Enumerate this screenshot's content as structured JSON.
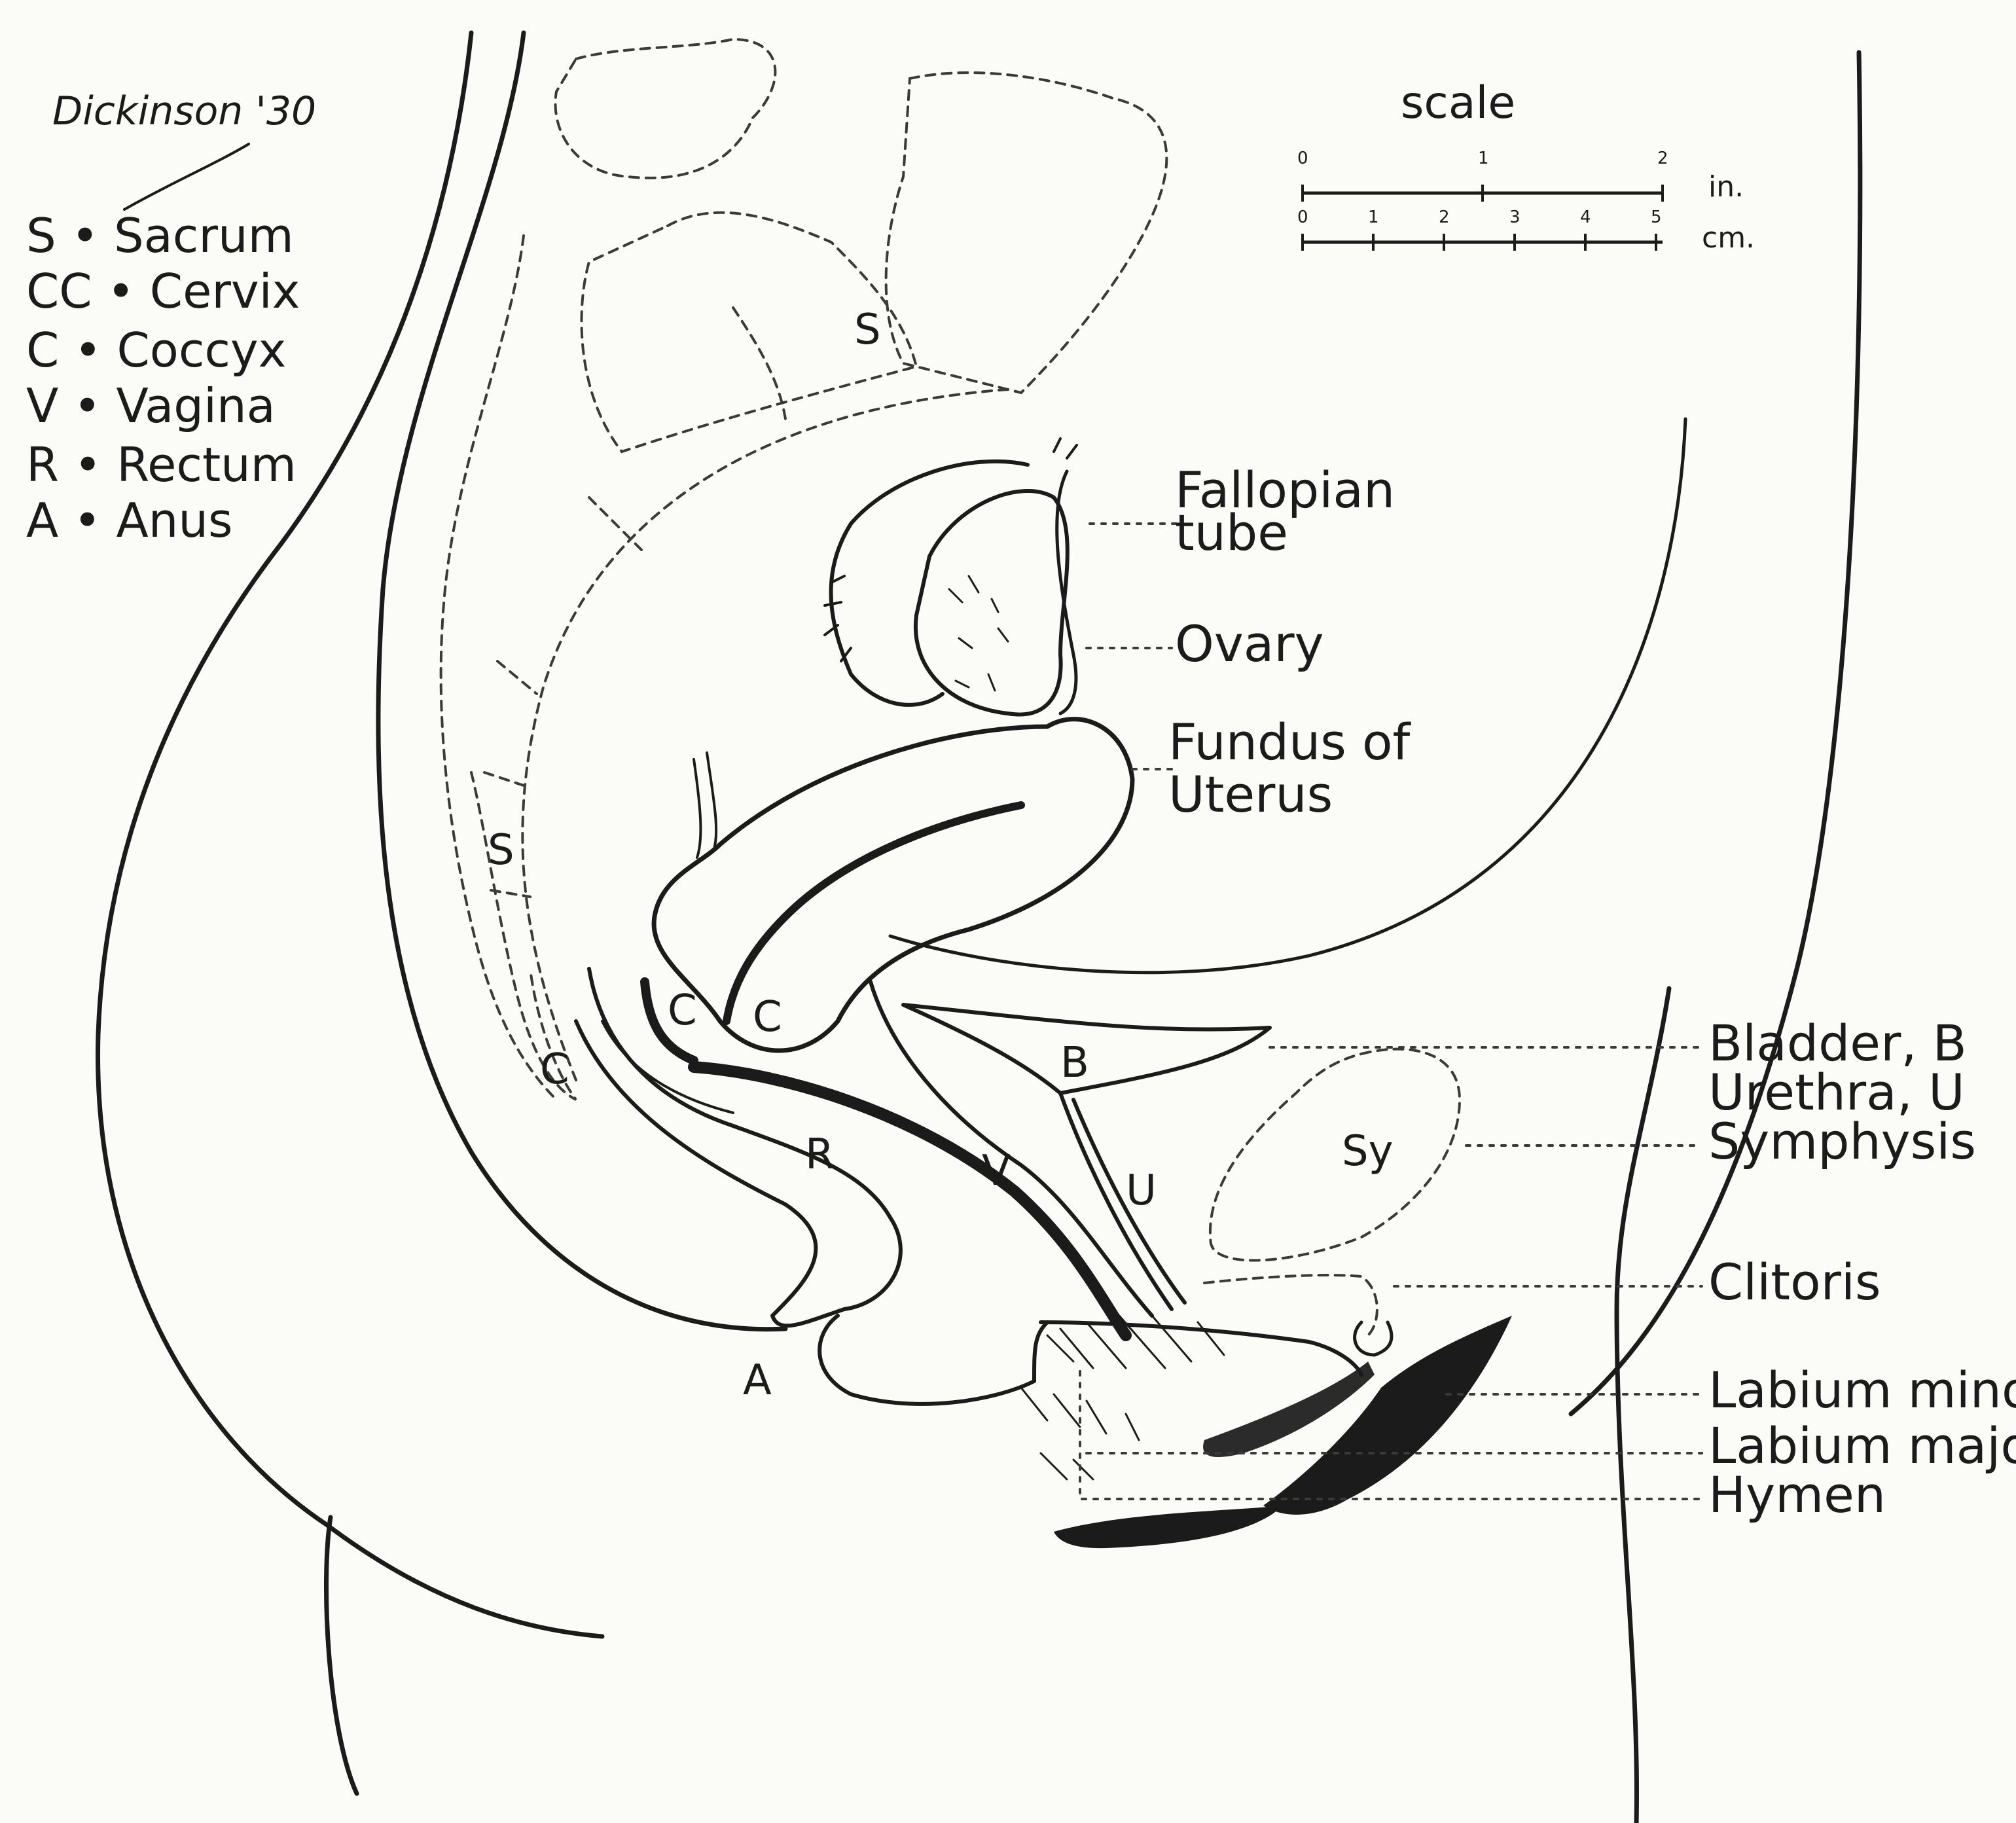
{
  "signature": "Dickinson '30",
  "legend": [
    "S • Sacrum",
    "CC • Cervix",
    "C • Coccyx",
    "V • Vagina",
    "R • Rectum",
    "A • Anus"
  ],
  "scale": {
    "title": "scale",
    "inch_unit": "in.",
    "cm_unit": "cm.",
    "inch_ticks": [
      "0",
      "1",
      "2"
    ],
    "cm_ticks": [
      "0",
      "1",
      "2",
      "3",
      "4",
      "5"
    ]
  },
  "labels": {
    "fallopian_1": "Fallopian",
    "fallopian_2": "tube",
    "ovary": "Ovary",
    "fundus_1": "Fundus of",
    "fundus_2": "Uterus",
    "bladder": "Bladder, B",
    "urethra": "Urethra, U",
    "symphysis": "Symphysis",
    "clitoris": "Clitoris",
    "labium_minor": "Labium minor",
    "labium_major": "Labium major",
    "hymen": "Hymen"
  },
  "letters": {
    "sacrum_top": "S",
    "sacrum_lower": "S",
    "cervix_1": "C",
    "cervix_2": "C",
    "coccyx": "C",
    "bladder": "B",
    "urethra": "U",
    "vagina": "V",
    "rectum": "R",
    "symphysis": "Sy",
    "anus": "A"
  }
}
